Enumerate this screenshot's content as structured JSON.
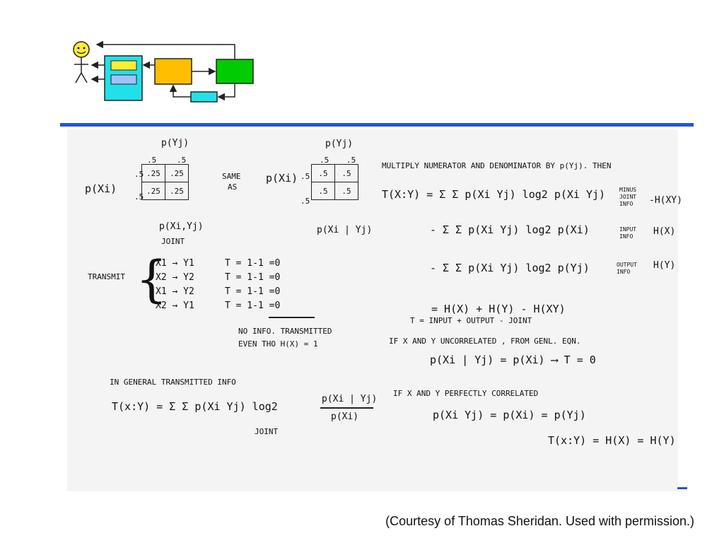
{
  "diagram": {
    "operator_block_label": "",
    "plant_label": "",
    "loop_box_label": ""
  },
  "colors": {
    "accent_rule": "#2155d6",
    "display_fill": "#22e0e8",
    "controller_fill": "#ffbf00",
    "plant_fill": "#00cc00",
    "face_fill": "#ffee33"
  },
  "notes": {
    "left_col": {
      "p_yj": "p(Yj)",
      "grid1_cols": [
        ".5",
        ".5"
      ],
      "grid1_rows": [
        ".5",
        ".5"
      ],
      "grid1_cells": [
        [
          ".25",
          ".25"
        ],
        [
          ".25",
          ".25"
        ]
      ],
      "p_xi": "p(Xi)",
      "p_xi_yj": "p(Xi,Yj)",
      "joint": "JOINT",
      "transmit": "TRANSMIT",
      "transmissions": [
        "X1 → Y1",
        "X2 → Y2",
        "X1 → Y2",
        "X2 → Y1"
      ],
      "t_values": [
        "T = 1-1 =0",
        "T = 1-1 =0",
        "T = 1-1 =0",
        "T = 1-1 =0"
      ],
      "no_info_1": "NO INFO. TRANSMITTED",
      "no_info_2": "EVEN THO H(X) = 1",
      "in_general": "IN GENERAL  TRANSMITTED INFO",
      "general_formula": "T(x:Y) = Σ Σ p(Xi Yj) log2",
      "frac_top": "p(Xi | Yj)",
      "frac_bot": "p(Xi)",
      "joint2": "JOINT"
    },
    "middle": {
      "same_as_1": "SAME",
      "same_as_2": "AS",
      "p_xi2": "p(Xi)",
      "p_yj2": "p(Yj)",
      "grid2_cols": [
        ".5",
        ".5"
      ],
      "grid2_rows": [
        ".5",
        ".5"
      ],
      "grid2_cells": [
        [
          ".5",
          ".5"
        ],
        [
          ".5",
          ".5"
        ]
      ],
      "p_cond": "p(Xi | Yj)"
    },
    "right_col": {
      "multiply": "MULTIPLY NUMERATOR AND DENOMINATOR BY p(Yj). THEN",
      "line1": "T(X:Y) = Σ Σ p(Xi Yj) log2 p(Xi Yj)",
      "line1_tag": "MINUS JOINT INFO",
      "line1_h": "-H(XY)",
      "line2": "- Σ Σ p(Xi Yj) log2 p(Xi)",
      "line2_tag": "INPUT INFO",
      "line2_h": "H(X)",
      "line3": "- Σ Σ p(Xi Yj) log2 p(Yj)",
      "line3_tag": "OUTPUT INFO",
      "line3_h": "H(Y)",
      "line4": "= H(X) + H(Y) - H(XY)",
      "line5": "T  =  INPUT + OUTPUT - JOINT",
      "uncorr": "IF X AND Y UNCORRELATED , FROM GENL. EQN.",
      "uncorr_eq": "p(Xi | Yj) = p(Xi)  ⟶  T = 0",
      "perf": "IF X AND Y PERFECTLY CORRELATED",
      "perf_eq": "p(Xi Yj) = p(Xi) = p(Yj)",
      "perf_t": "T(x:Y) = H(X) = H(Y)"
    }
  },
  "footer": {
    "courtesy": "(Courtesy of Thomas Sheridan. Used with permission.)"
  }
}
